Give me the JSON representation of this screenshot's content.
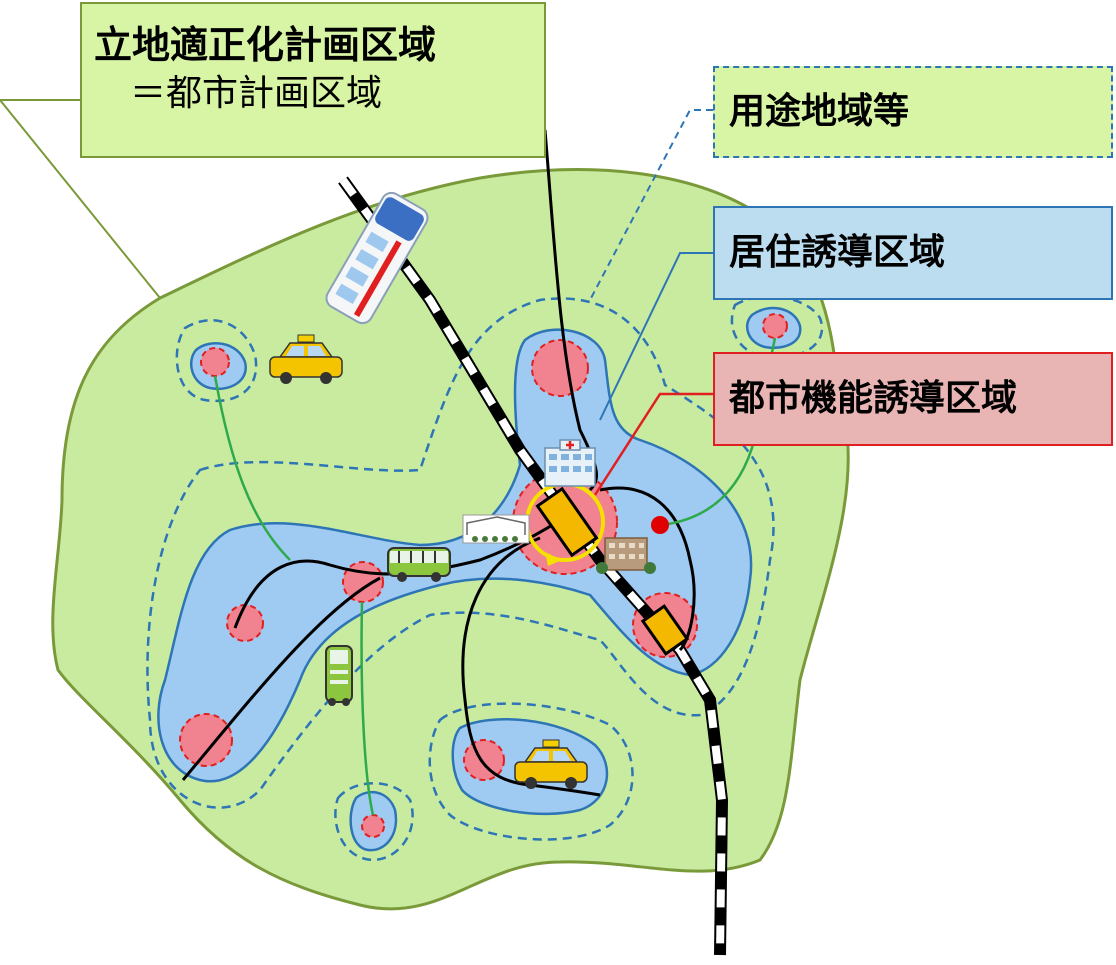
{
  "labels": {
    "plan_area_line1": "立地適正化計画区域",
    "plan_area_line2": "＝都市計画区域",
    "usage_area": "用途地域等",
    "residential_area": "居住誘導区域",
    "urban_function_area": "都市機能誘導区域"
  },
  "colors": {
    "plan_area_fill": "#c9eba0",
    "plan_area_stroke": "#7a9a3a",
    "residential_fill": "#9fcaf2",
    "residential_stroke": "#2e75b6",
    "urban_fill": "#f0838f",
    "urban_stroke": "#e02020",
    "transit_line": "#000000",
    "feeder_line": "#2eaa4a",
    "usage_dashed": "#2e75b6",
    "station": "#f5b800"
  },
  "icons": [
    "train-icon",
    "taxi-icon",
    "bus-icon",
    "hospital-icon",
    "building-icon",
    "shop-icon",
    "station-icon",
    "loop-arrow-icon"
  ]
}
